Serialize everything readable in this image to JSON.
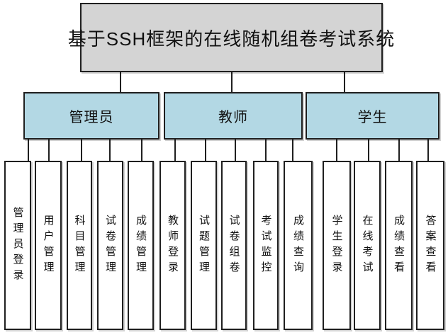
{
  "diagram": {
    "root": {
      "label": "基于SSH框架的在线随机组卷考试系统"
    },
    "branches": [
      {
        "label": "管理员",
        "children": [
          {
            "label": "管理员登录"
          },
          {
            "label": "用户管理"
          },
          {
            "label": "科目管理"
          },
          {
            "label": "试卷管理"
          },
          {
            "label": "成绩管理"
          }
        ]
      },
      {
        "label": "教师",
        "children": [
          {
            "label": "教师登录"
          },
          {
            "label": "试题管理"
          },
          {
            "label": "试卷组卷"
          },
          {
            "label": "考试监控"
          },
          {
            "label": "成绩查询"
          }
        ]
      },
      {
        "label": "学生",
        "children": [
          {
            "label": "学生登录"
          },
          {
            "label": "在线考试"
          },
          {
            "label": "成绩查看"
          },
          {
            "label": "答案查看"
          }
        ]
      }
    ],
    "colors": {
      "root_fill": "#d4d4d4",
      "branch_fill": "#b3d8e4",
      "leaf_fill": "#ffffff",
      "border": "#1f1f1f",
      "line": "#1f1f1f",
      "text": "#111111"
    }
  }
}
